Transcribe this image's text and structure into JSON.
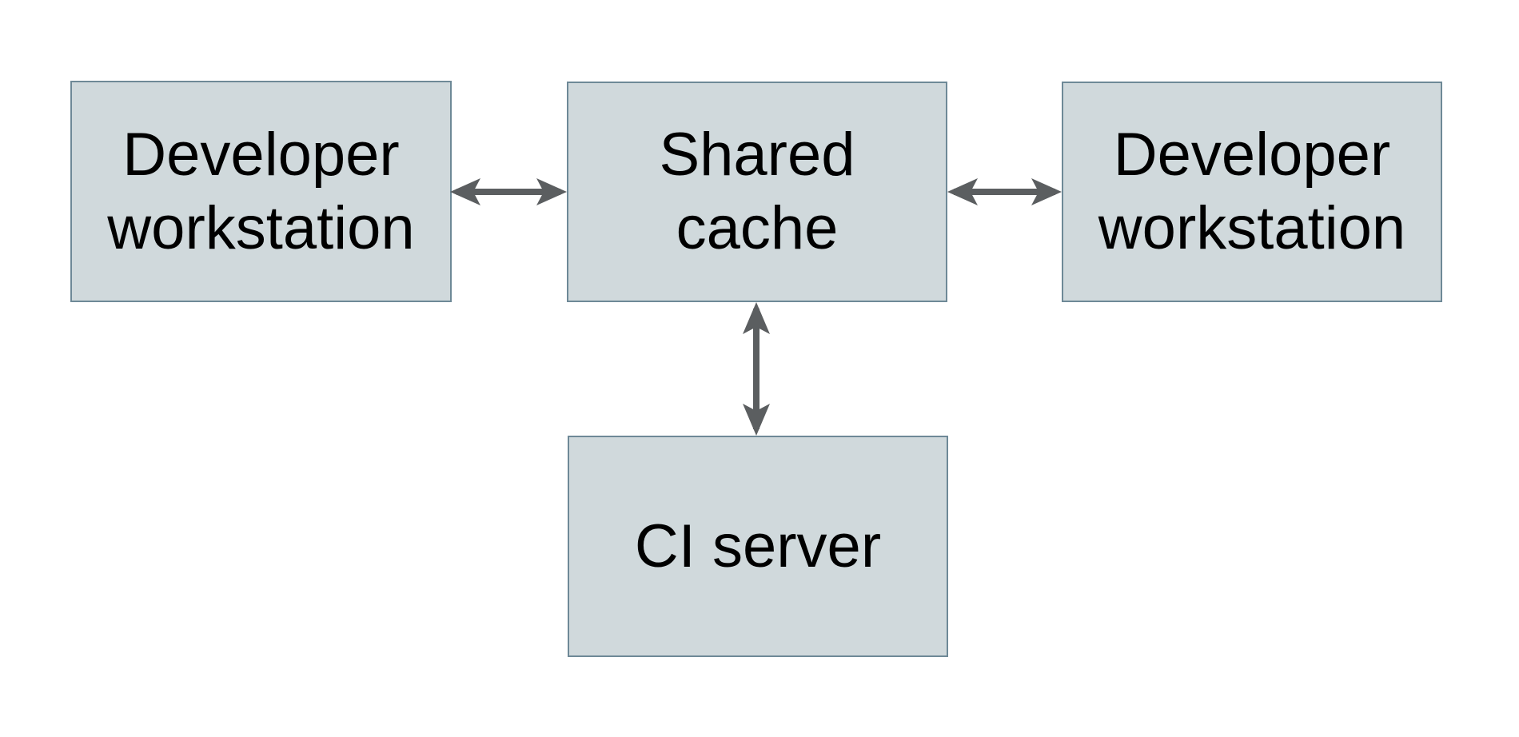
{
  "diagram": {
    "type": "architecture-diagram",
    "background_color": "#ffffff",
    "node_style": {
      "fill": "#d0d9dc",
      "border_color": "#6e8997",
      "text_color": "#000000"
    },
    "arrow_style": {
      "color": "#5b5e60",
      "kind": "double-headed"
    },
    "nodes": [
      {
        "id": "developer-workstation-left",
        "label": "Developer workstation",
        "lines": [
          "Developer",
          "workstation"
        ]
      },
      {
        "id": "shared-cache",
        "label": "Shared cache",
        "lines": [
          "Shared",
          "cache"
        ]
      },
      {
        "id": "developer-workstation-right",
        "label": "Developer workstation",
        "lines": [
          "Developer",
          "workstation"
        ]
      },
      {
        "id": "ci-server",
        "label": "CI server",
        "lines": [
          "CI server"
        ]
      }
    ],
    "connections": [
      {
        "from": "developer-workstation-left",
        "to": "shared-cache",
        "direction": "bidirectional",
        "orientation": "horizontal"
      },
      {
        "from": "shared-cache",
        "to": "developer-workstation-right",
        "direction": "bidirectional",
        "orientation": "horizontal"
      },
      {
        "from": "shared-cache",
        "to": "ci-server",
        "direction": "bidirectional",
        "orientation": "vertical"
      }
    ]
  }
}
